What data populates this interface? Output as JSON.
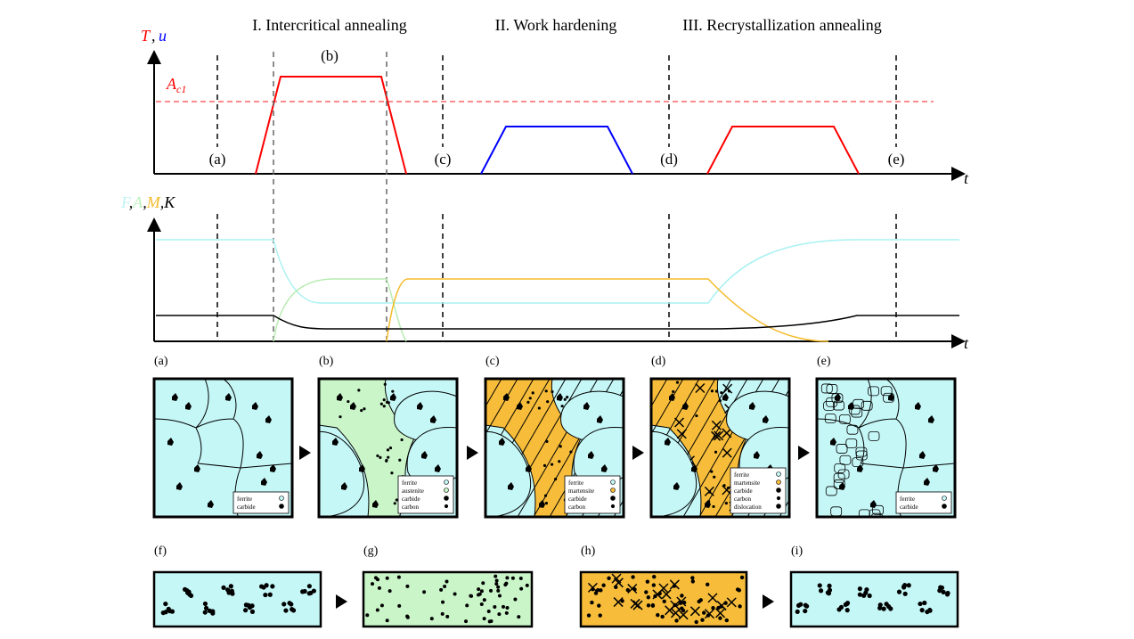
{
  "stages": [
    "I. Intercritical annealing",
    "II. Work hardening",
    "III. Recrystallization annealing"
  ],
  "top_plot": {
    "y_label_T": "T",
    "y_label_sep": ",",
    "y_label_u": "u",
    "x_label": "t",
    "ac1_label": "A",
    "ac1_sub": "c1",
    "markers": [
      "(a)",
      "(b)",
      "(c)",
      "(d)",
      "(e)"
    ]
  },
  "bottom_plot": {
    "labels": [
      "F",
      "A",
      "M",
      "K"
    ],
    "sep": ",",
    "x_label": "t"
  },
  "panel_labels": [
    "(a)",
    "(b)",
    "(c)",
    "(d)",
    "(e)"
  ],
  "strip_labels": [
    "(f)",
    "(g)",
    "(h)",
    "(i)"
  ],
  "legends": {
    "a": [
      "ferrite",
      "carbide"
    ],
    "b": [
      "ferrite",
      "austenite",
      "carbide",
      "carbon"
    ],
    "c": [
      "ferrite",
      "martensite",
      "carbide",
      "carbon"
    ],
    "d": [
      "ferrite",
      "martensite",
      "carbide",
      "carbon",
      "dislocation"
    ],
    "e": [
      "ferrite",
      "carbide"
    ]
  },
  "colors": {
    "temperature": "#ff0000",
    "deformation": "#0000ff",
    "ferrite": "#c6f7f7",
    "austenite": "#c9f5c9",
    "martensite": "#f7bd3a",
    "ferrite_line": "#a9f1f1",
    "austenite_line": "#b7ecb0",
    "martensite_line": "#f5bb2a",
    "carbide_line": "#000000"
  }
}
